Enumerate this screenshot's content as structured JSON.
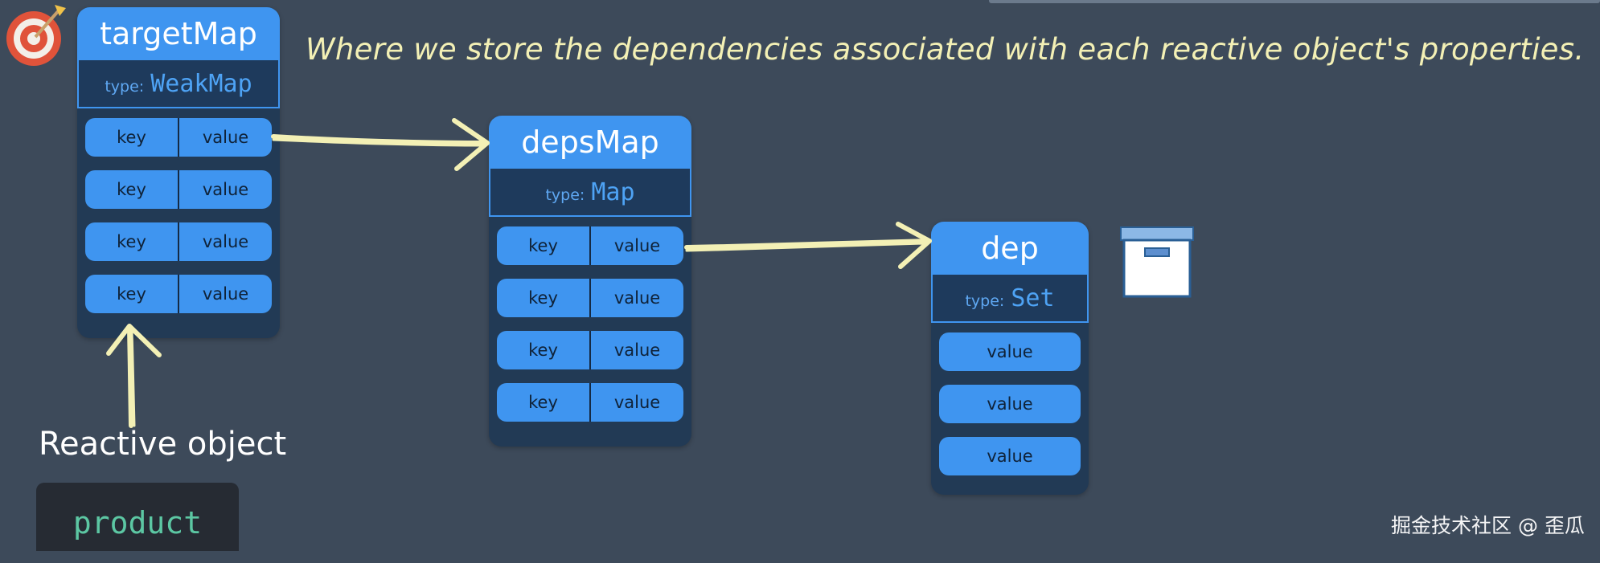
{
  "caption": "Where we store the dependencies associated with each reactive object's properties.",
  "type_label": "type:",
  "targetMap": {
    "name": "targetMap",
    "type": "WeakMap",
    "rows": [
      {
        "key": "key",
        "value": "value"
      },
      {
        "key": "key",
        "value": "value"
      },
      {
        "key": "key",
        "value": "value"
      },
      {
        "key": "key",
        "value": "value"
      }
    ]
  },
  "depsMap": {
    "name": "depsMap",
    "type": "Map",
    "rows": [
      {
        "key": "key",
        "value": "value"
      },
      {
        "key": "key",
        "value": "value"
      },
      {
        "key": "key",
        "value": "value"
      },
      {
        "key": "key",
        "value": "value"
      }
    ]
  },
  "dep": {
    "name": "dep",
    "type": "Set",
    "values": [
      "value",
      "value",
      "value"
    ]
  },
  "reactive_object_label": "Reactive object",
  "reactive_object_code": "product",
  "watermark": "掘金技术社区 @ 歪瓜",
  "icons": {
    "target": "target-icon",
    "box": "box-icon"
  },
  "colors": {
    "background": "#3d4a5a",
    "box_blue": "#3f95f0",
    "box_dark": "#223a55",
    "caption": "#f3f0b5",
    "arrow": "#f3f0b5",
    "code_green": "#5cc7a3"
  }
}
